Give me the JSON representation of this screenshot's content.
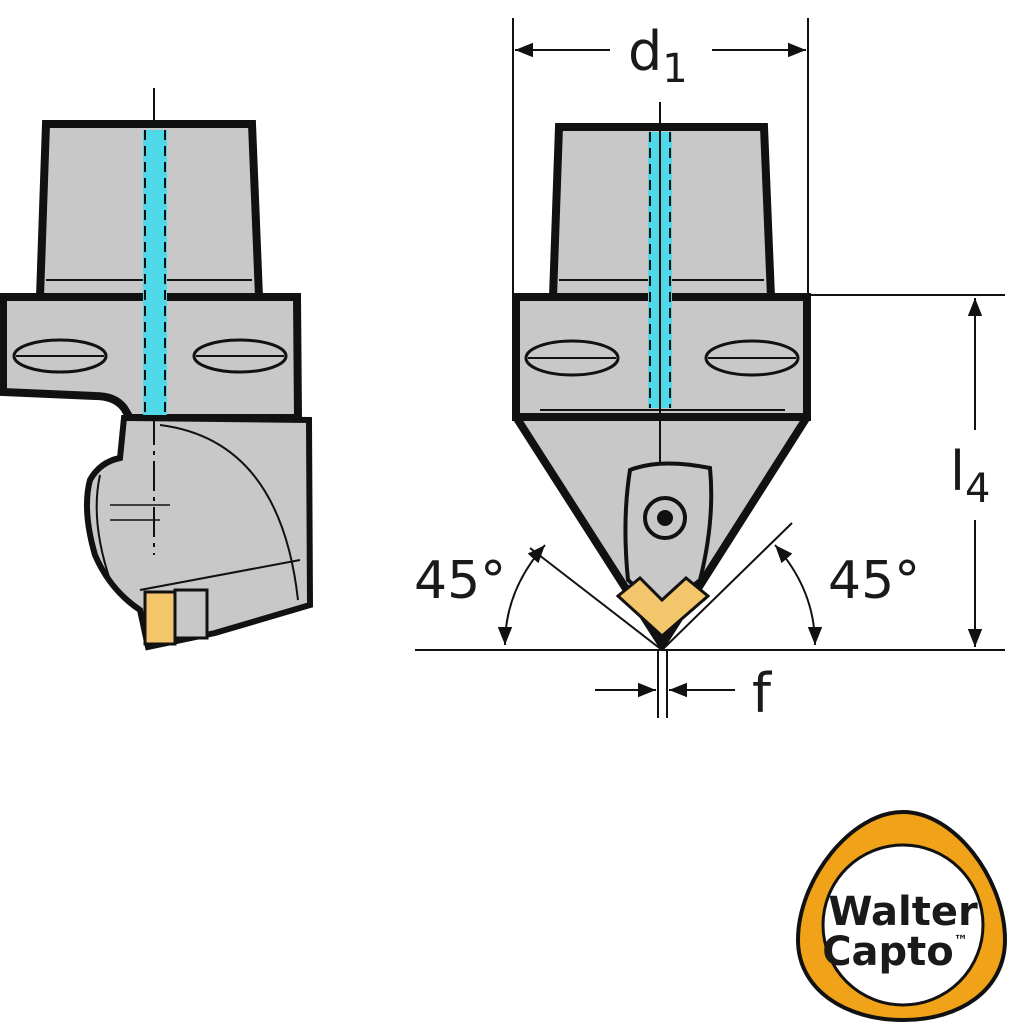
{
  "labels": {
    "d1": {
      "main": "d",
      "sub": "1"
    },
    "l4": {
      "main": "l",
      "sub": "4"
    },
    "angle_left": "45°",
    "angle_right": "45°",
    "f": "f"
  },
  "logo": {
    "line1": "Walter",
    "line2": "Capto",
    "trademark": "™"
  },
  "colors": {
    "body": "#c8c8c8",
    "coolant": "#4fd8e8",
    "insert": "#f3c66b",
    "logo_ring": "#f0a218",
    "outline": "#111111"
  }
}
